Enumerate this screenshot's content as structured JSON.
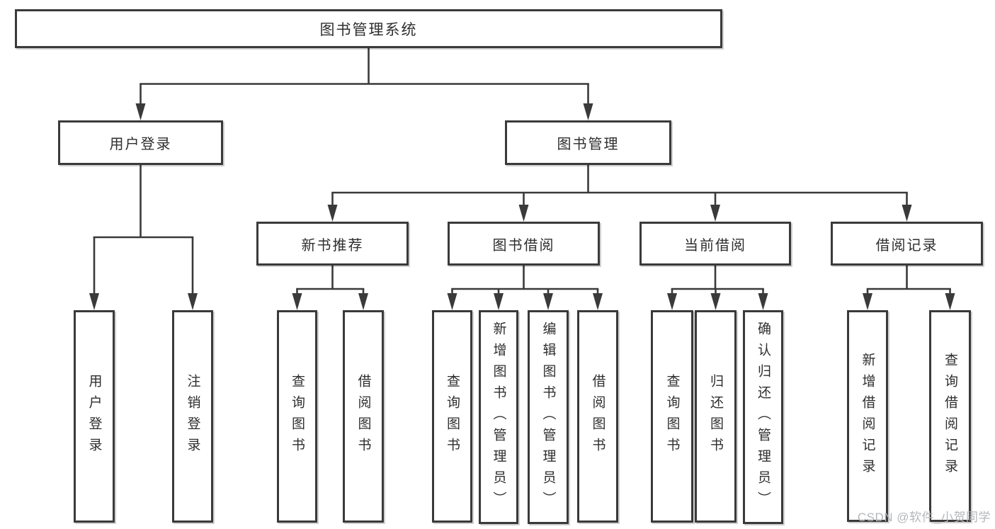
{
  "diagram": {
    "title": "图书管理系统",
    "children": [
      {
        "label": "用户登录",
        "children": [
          {
            "label": "用户登录"
          },
          {
            "label": "注销登录"
          }
        ]
      },
      {
        "label": "图书管理",
        "children": [
          {
            "label": "新书推荐",
            "children": [
              {
                "label": "查询图书"
              },
              {
                "label": "借阅图书"
              }
            ]
          },
          {
            "label": "图书借阅",
            "children": [
              {
                "label": "查询图书"
              },
              {
                "label": "新增图书（管理员）"
              },
              {
                "label": "编辑图书（管理员）"
              },
              {
                "label": "借阅图书"
              }
            ]
          },
          {
            "label": "当前借阅",
            "children": [
              {
                "label": "查询图书"
              },
              {
                "label": "归还图书"
              },
              {
                "label": "确认归还（管理员）"
              }
            ]
          },
          {
            "label": "借阅记录",
            "children": [
              {
                "label": "新增借阅记录"
              },
              {
                "label": "查询借阅记录"
              }
            ]
          }
        ]
      }
    ]
  },
  "watermark": "CSDN @软件_小贺同学",
  "colors": {
    "line": "#3a3a3a",
    "text": "#2e2e2e",
    "watermark": "#b4b7bb",
    "background": "#ffffff"
  }
}
